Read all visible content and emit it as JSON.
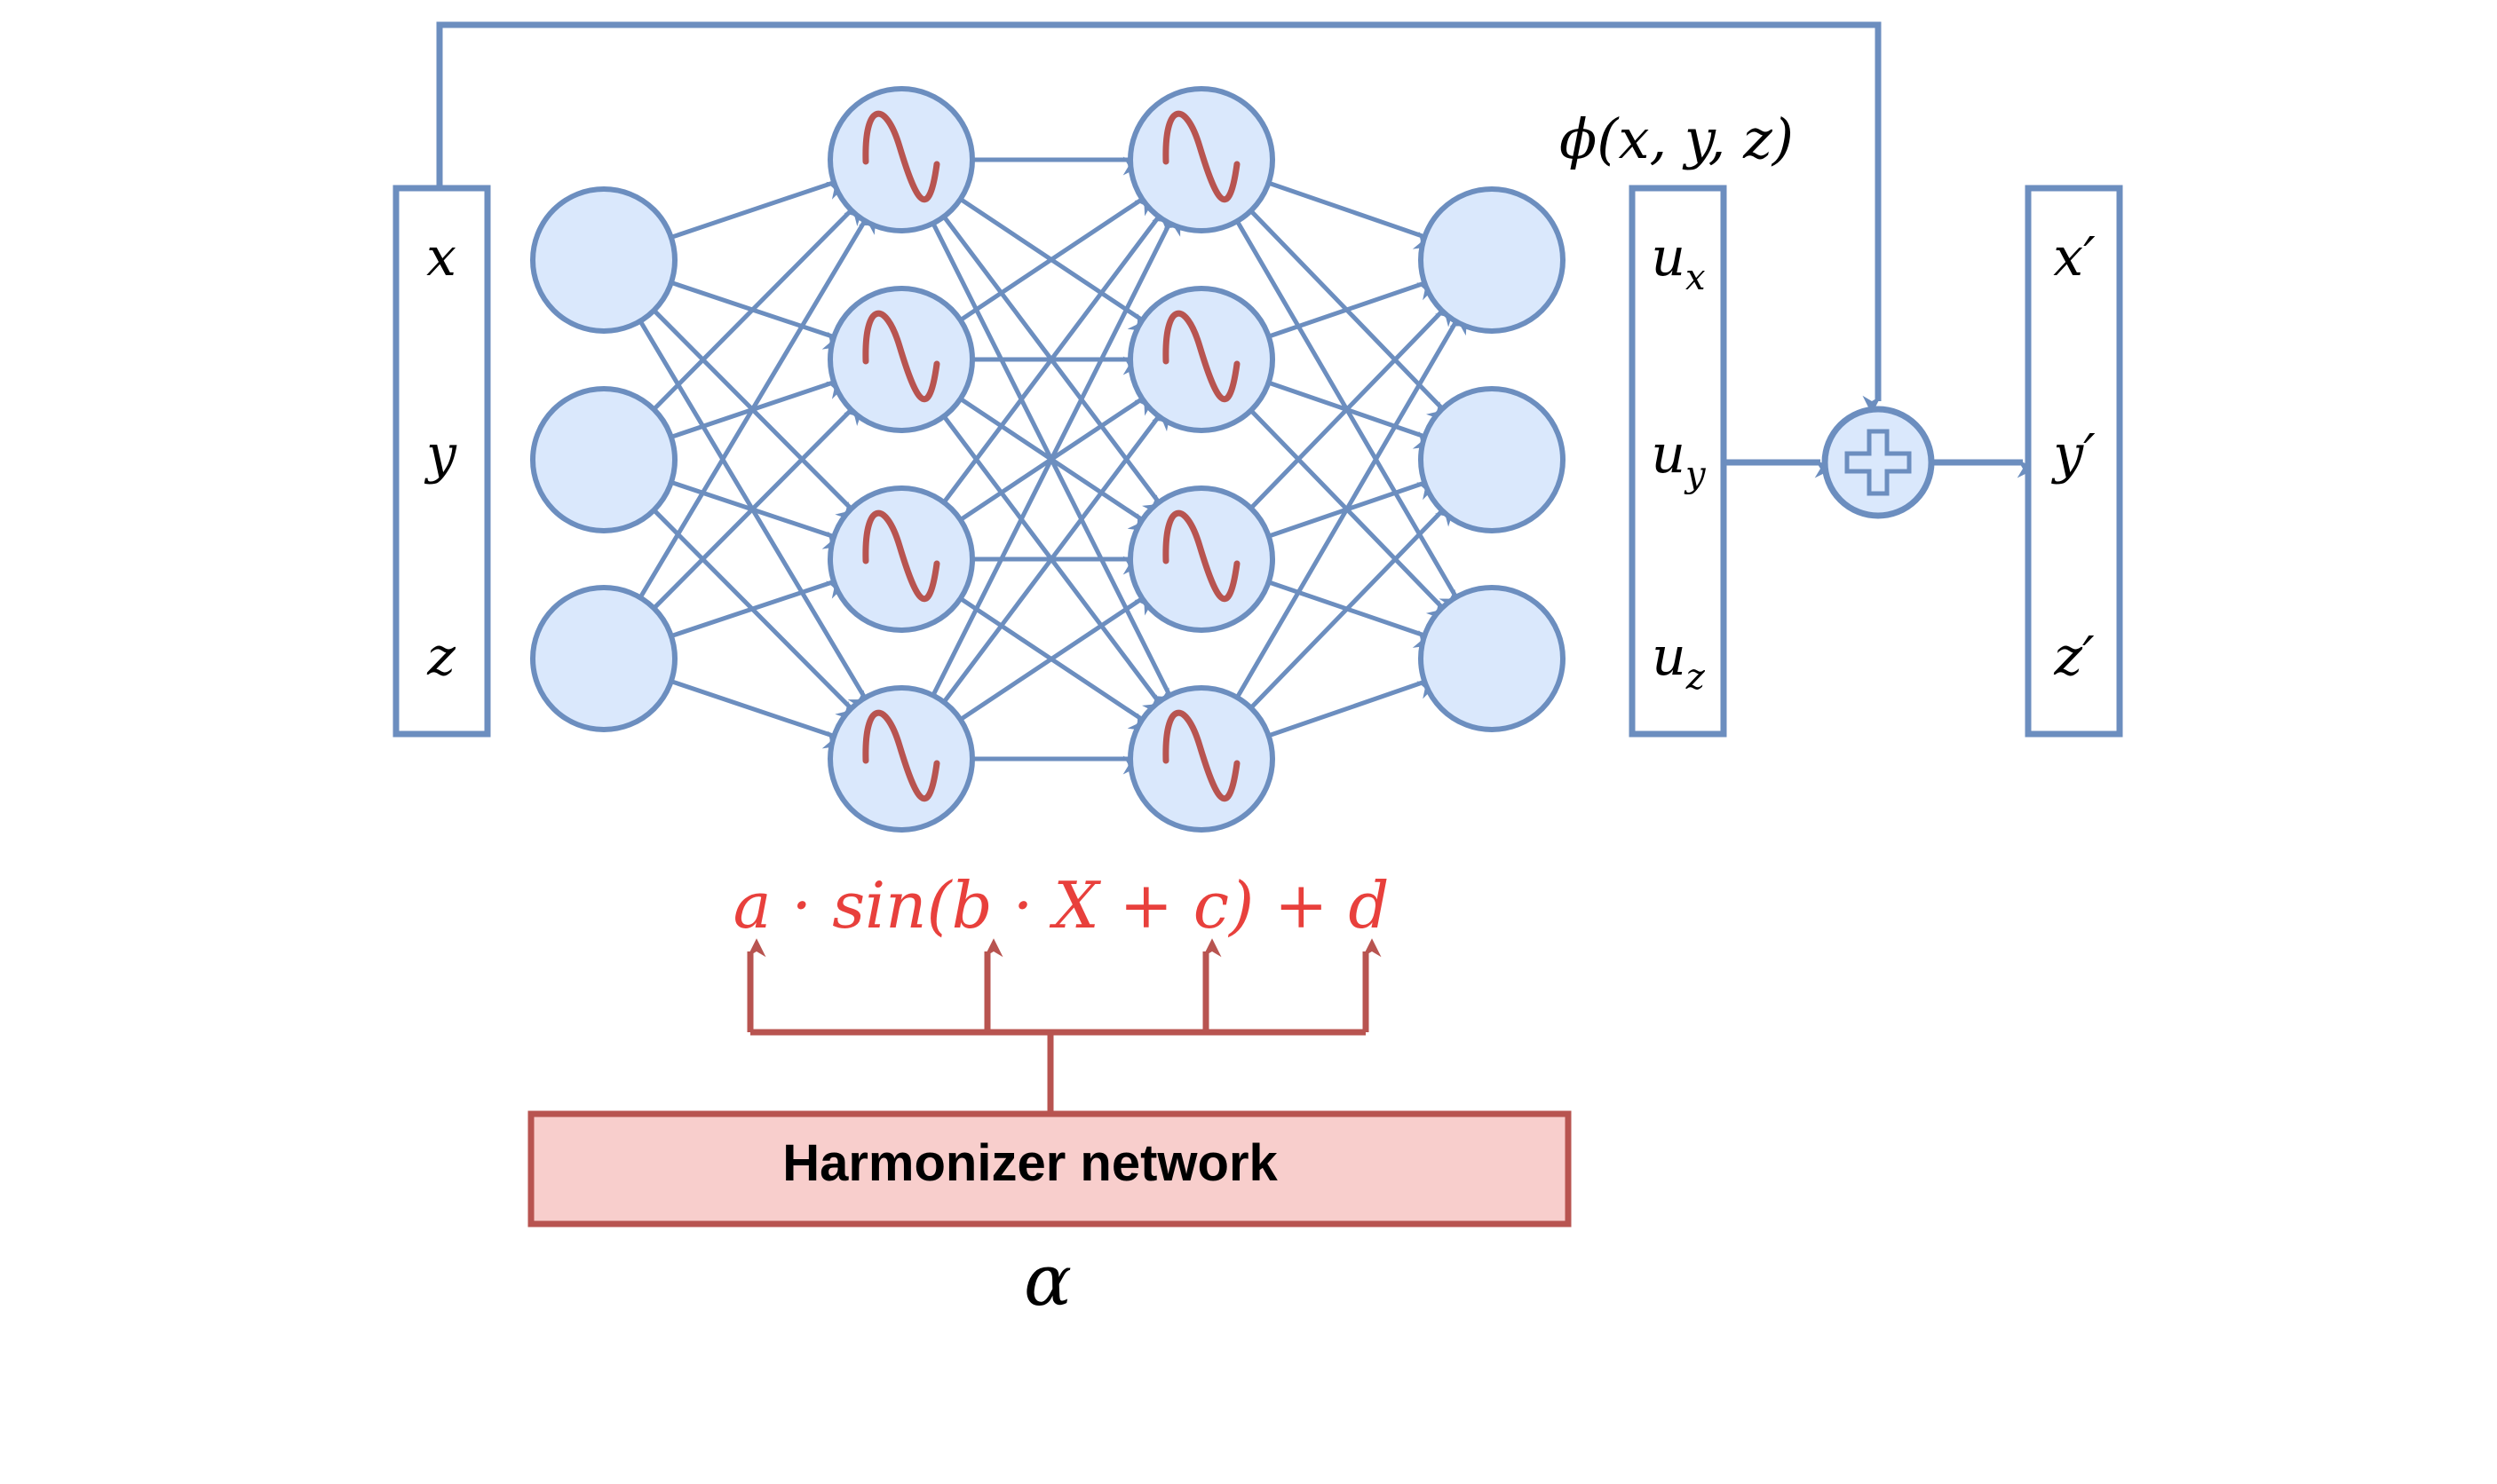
{
  "diagram": {
    "colors": {
      "network_stroke": "#6c8ebf",
      "node_fill": "#dae8fc",
      "sine_stroke": "#b85450",
      "harmonizer_fill": "#f8cecc",
      "harmonizer_stroke": "#b85450",
      "formula_color": "#e8403c",
      "text": "#000000"
    },
    "input_vector": [
      "x",
      "y",
      "z"
    ],
    "phi_label": "ϕ(x, y, z)",
    "displacement_vector": [
      {
        "base": "u",
        "sub": "x"
      },
      {
        "base": "u",
        "sub": "y"
      },
      {
        "base": "u",
        "sub": "z"
      }
    ],
    "output_vector": [
      "x′",
      "y′",
      "z′"
    ],
    "adder_symbol": "+",
    "layers": {
      "input_nodes": 3,
      "hidden_layers": 2,
      "hidden_nodes_per_layer": 4,
      "output_nodes": 3,
      "hidden_activation_icon": "sine-wave-icon"
    },
    "formula": {
      "a": "a",
      "dot1": "·",
      "sin": "sin",
      "open": "(",
      "b": "b",
      "dot2": "·",
      "X": "X",
      "plus1": "+",
      "c": "c",
      "close": ")",
      "plus2": "+",
      "d": "d"
    },
    "harmonizer": {
      "label": "Harmonizer network",
      "input_label": "α"
    }
  }
}
